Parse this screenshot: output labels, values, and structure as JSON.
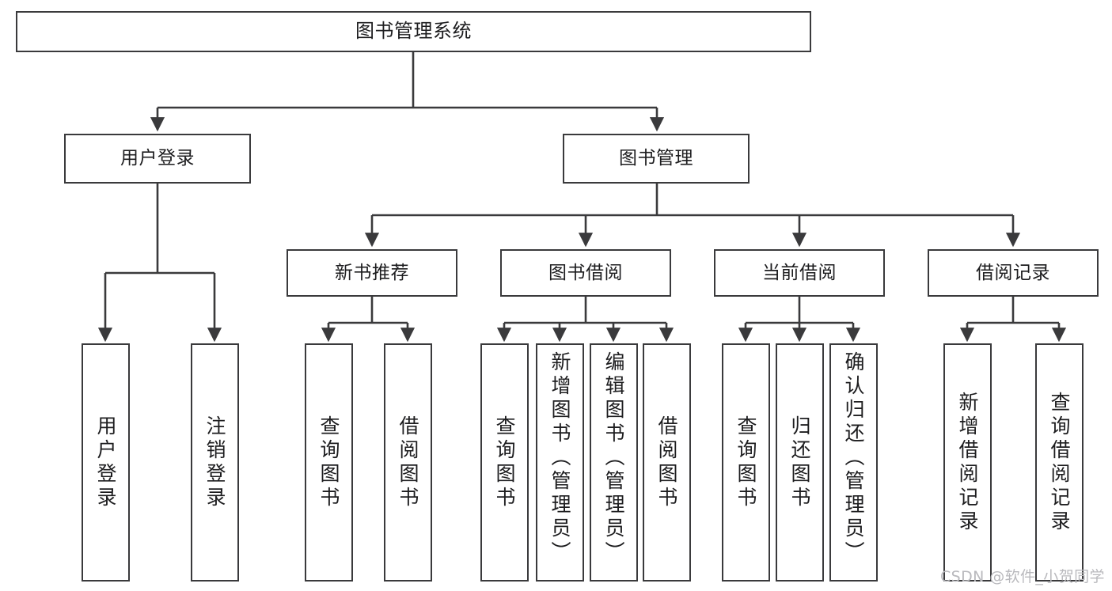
{
  "diagram": {
    "title": "图书管理系统",
    "type": "tree-hierarchy-chart",
    "colors": {
      "background": "#ffffff",
      "box_border": "#3a3a3c",
      "box_fill": "#ffffff",
      "edge": "#3a3a3c",
      "text": "#1d1d1f",
      "watermark": "#b9b9bd"
    },
    "root": {
      "label": "图书管理系统"
    },
    "level2": [
      {
        "key": "user-login",
        "label": "用户登录"
      },
      {
        "key": "book-manage",
        "label": "图书管理"
      }
    ],
    "level3": [
      {
        "key": "new-book-recommend",
        "label": "新书推荐"
      },
      {
        "key": "book-borrow",
        "label": "图书借阅"
      },
      {
        "key": "current-borrow",
        "label": "当前借阅"
      },
      {
        "key": "borrow-record",
        "label": "借阅记录"
      }
    ],
    "leaves": {
      "user_login": [
        {
          "key": "leaf-user-login",
          "label": "用户登录"
        },
        {
          "key": "leaf-logout-login",
          "label": "注销登录"
        }
      ],
      "new_book_recommend": [
        {
          "key": "leaf-query-book-1",
          "label": "查询图书"
        },
        {
          "key": "leaf-borrow-book-1",
          "label": "借阅图书"
        }
      ],
      "book_borrow": [
        {
          "key": "leaf-query-book-2",
          "label": "查询图书"
        },
        {
          "key": "leaf-add-book-admin",
          "label": "新增图书（管理员）"
        },
        {
          "key": "leaf-edit-book-admin",
          "label": "编辑图书（管理员）"
        },
        {
          "key": "leaf-borrow-book-2",
          "label": "借阅图书"
        }
      ],
      "current_borrow": [
        {
          "key": "leaf-query-book-3",
          "label": "查询图书"
        },
        {
          "key": "leaf-return-book",
          "label": "归还图书"
        },
        {
          "key": "leaf-confirm-return-admin",
          "label": "确认归还（管理员）"
        }
      ],
      "borrow_record": [
        {
          "key": "leaf-add-borrow-record",
          "label": "新增借阅记录"
        },
        {
          "key": "leaf-query-borrow-record",
          "label": "查询借阅记录"
        }
      ]
    },
    "watermark": "CSDN @软件_小贺同学"
  }
}
